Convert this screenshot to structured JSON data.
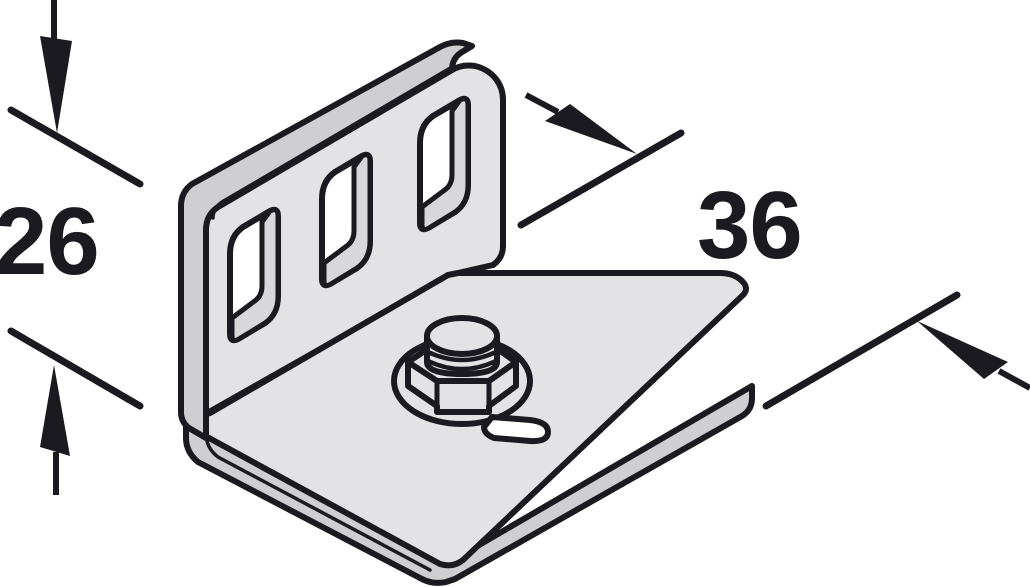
{
  "drawing": {
    "title": "Angle bracket isometric technical illustration",
    "subject": "right-angle mounting bracket with three slotted holes and hex-nut fastener",
    "background_color": "#ffffff",
    "line_color": "#1a1a20",
    "face_fill_light": "#e3e3e5",
    "face_fill_mid": "#d8d8da",
    "face_fill_dark": "#cfcfd2",
    "hole_fill": "#ffffff"
  },
  "dimensions": {
    "left": {
      "value": "26",
      "unit_implied": "mm",
      "name": "height-dimension",
      "orientation": "vertical",
      "arrows": 2
    },
    "right": {
      "value": "36",
      "unit_implied": "mm",
      "name": "depth-dimension",
      "orientation": "diagonal",
      "arrows": 2
    }
  },
  "part": {
    "vertical_plate": {
      "name": "vertical-flange",
      "slot_count": 3,
      "slot_shape": "rounded-rectangle-vertical"
    },
    "horizontal_plate": {
      "name": "base-plate",
      "corners": "rounded"
    },
    "fastener": {
      "name": "hex-nut-assembly",
      "components": [
        "threaded-stud",
        "hex-nut",
        "washer-disc",
        "slot-tab"
      ]
    }
  }
}
